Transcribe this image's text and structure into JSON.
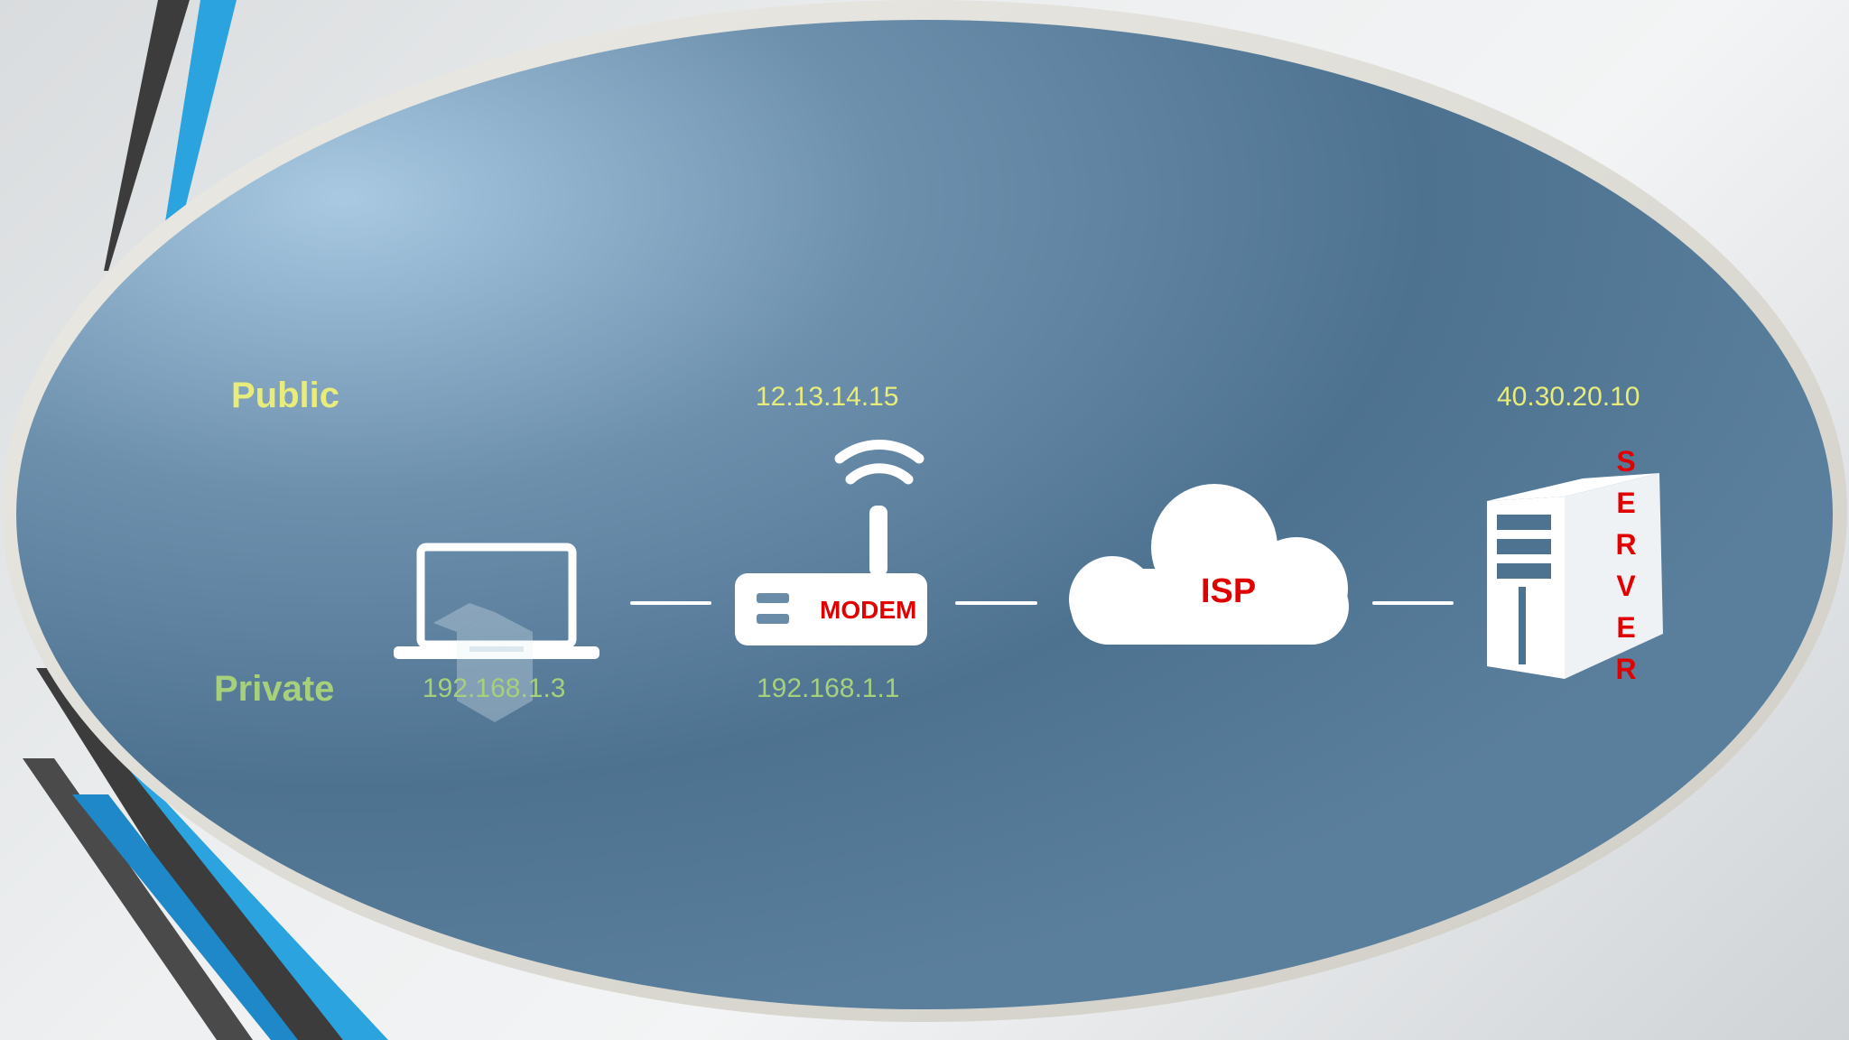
{
  "labels": {
    "public": "Public",
    "private": "Private"
  },
  "devices": {
    "laptop": {
      "private_ip": "192.168.1.3"
    },
    "modem": {
      "label": "MODEM",
      "public_ip": "12.13.14.15",
      "private_ip": "192.168.1.1"
    },
    "cloud": {
      "label": "ISP"
    },
    "server": {
      "label": "SERVER",
      "public_ip": "40.30.20.10"
    }
  },
  "icons": [
    "laptop-icon",
    "box-icon",
    "modem-icon",
    "wifi-icon",
    "cloud-icon",
    "server-icon"
  ],
  "colors": {
    "public_text": "#e8ec7a",
    "private_text": "#a6d07c",
    "device_label": "#e00000",
    "ellipse_fill": "#4e7391",
    "accent_blue": "#2aa3df",
    "accent_dark": "#3c3c3c"
  }
}
